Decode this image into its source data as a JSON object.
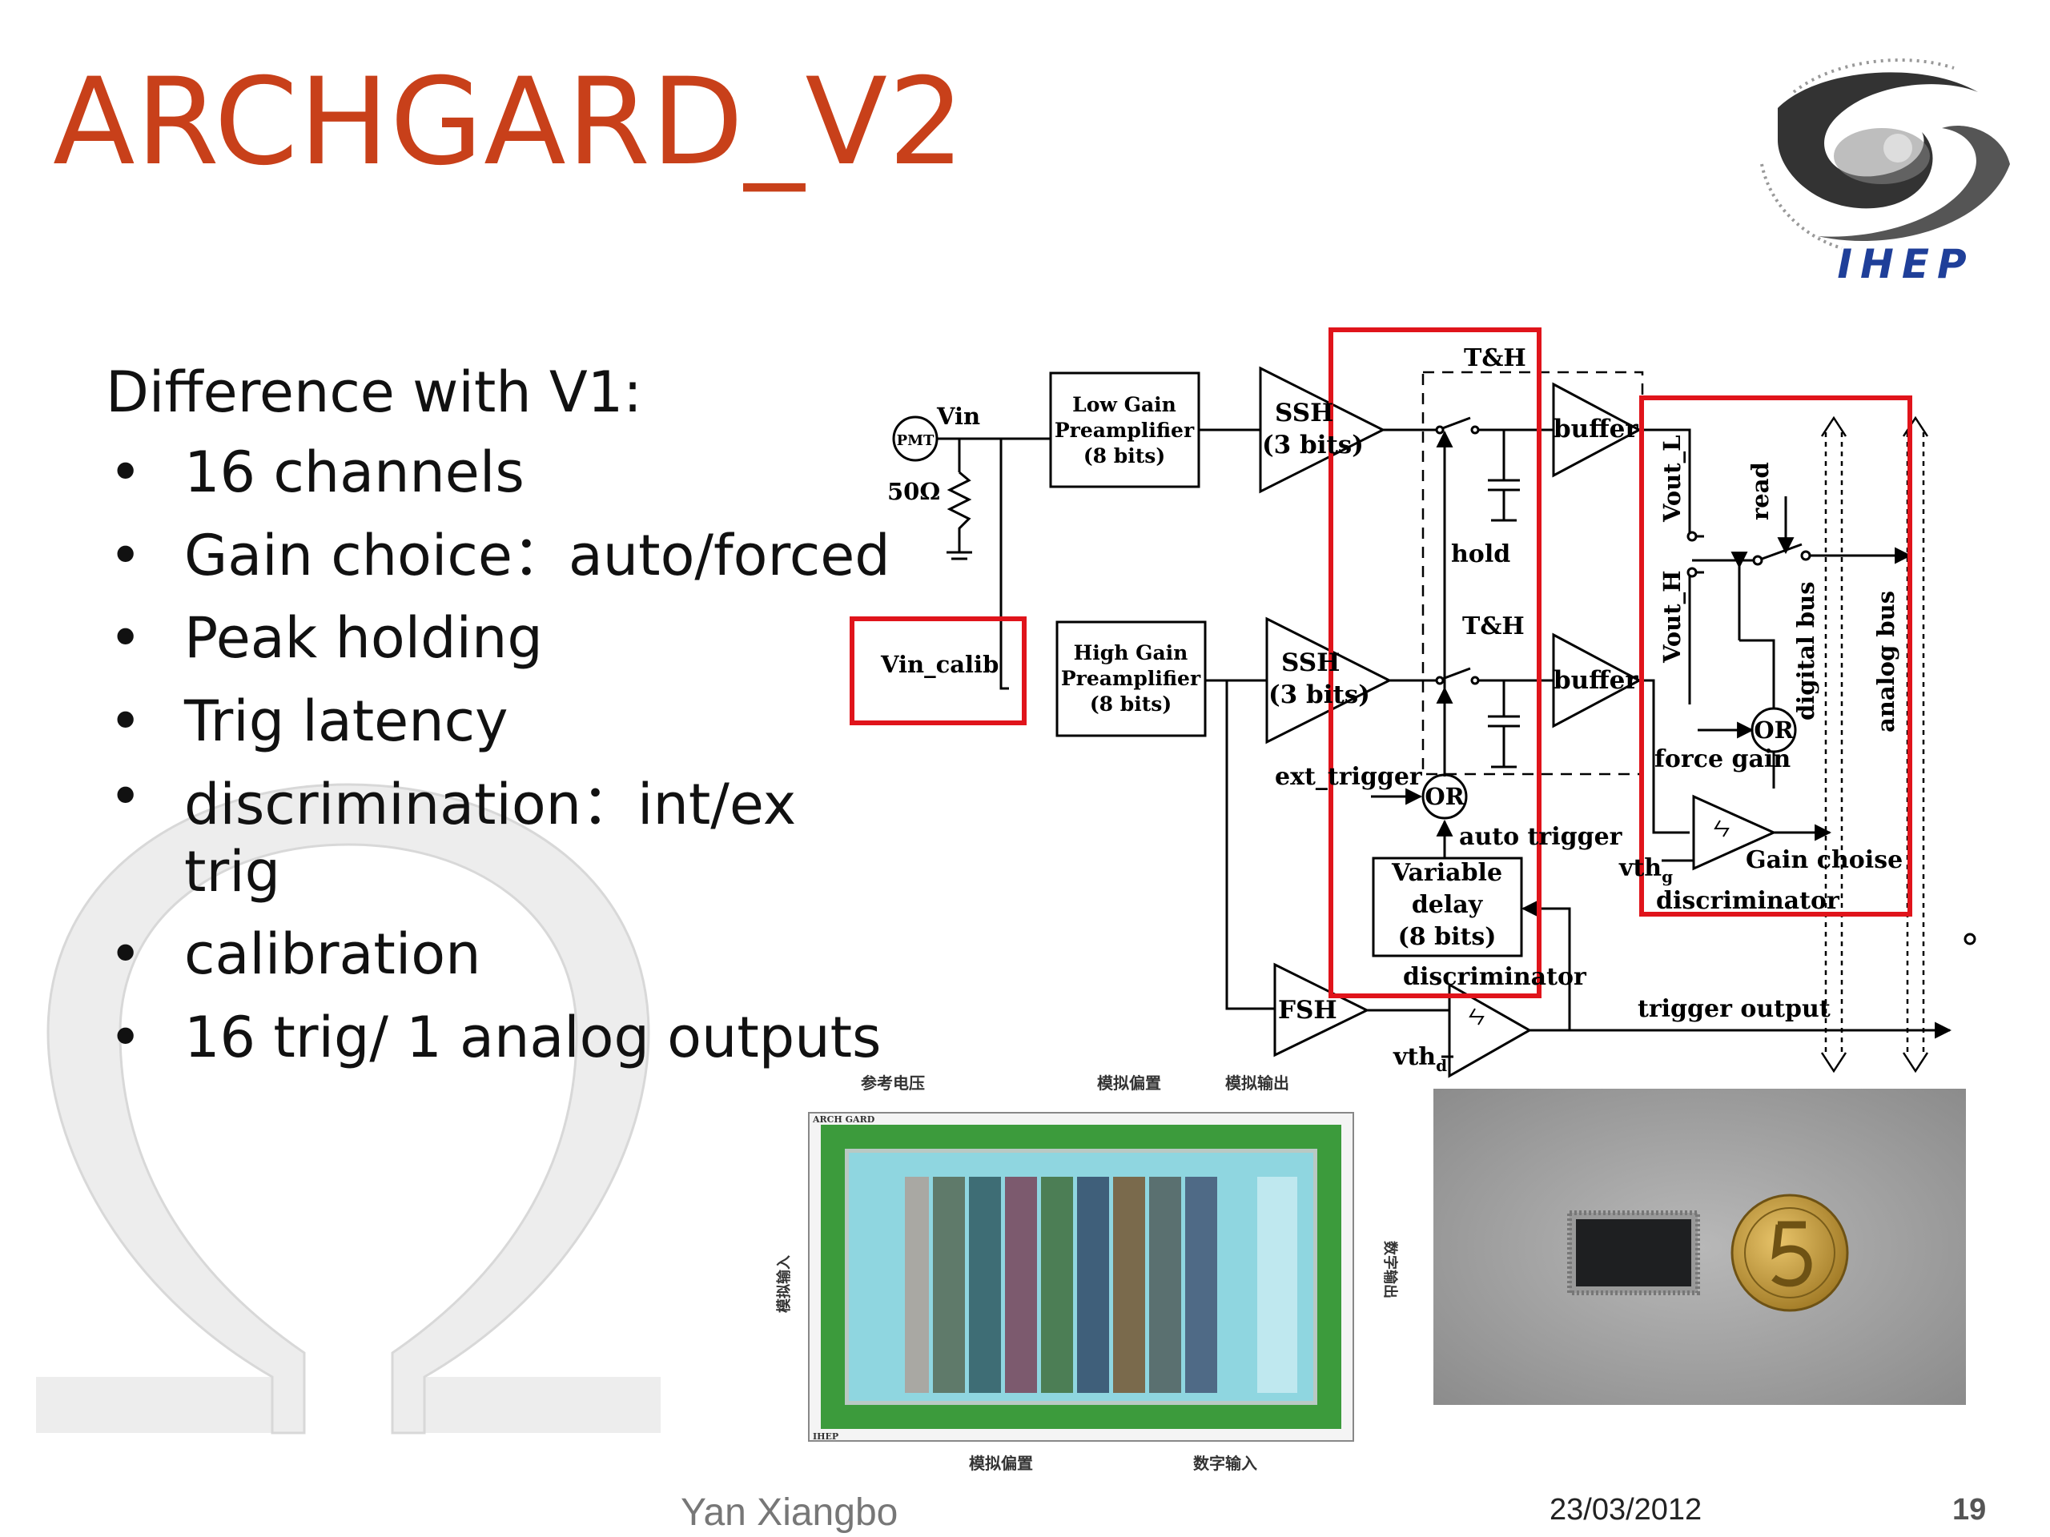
{
  "title": "ARCHGARD_V2",
  "logo": {
    "text": "IHEP"
  },
  "bullets": {
    "heading": "Difference with V1:",
    "items": [
      "16 channels",
      "Gain choice：auto/forced",
      "Peak holding",
      "Trig latency",
      "discrimination：int/ex trig",
      "calibration",
      "16 trig/ 1 analog outputs"
    ]
  },
  "diagram": {
    "pmt": "PMT",
    "vin": "Vin",
    "resistor": "50Ω",
    "vin_calib": "Vin_calib",
    "low_gain": [
      "Low Gain",
      "Preamplifier",
      "(8 bits)"
    ],
    "high_gain": [
      "High Gain",
      "Preamplifier",
      "(8 bits)"
    ],
    "ssh_top": [
      "SSH",
      "(3 bits)"
    ],
    "ssh_bottom": [
      "SSH",
      "(3 bits)"
    ],
    "th_top": "T&H",
    "th_bottom": "T&H",
    "hold": "hold",
    "buffer_top": "buffer",
    "buffer_bottom": "buffer",
    "vout_l": "Vout_L",
    "vout_h": "Vout_H",
    "read": "read",
    "digital_bus": "digital bus",
    "analog_bus": "analog bus",
    "or_right": "OR",
    "or_left": "OR",
    "force_gain": "force gain",
    "ext_trigger": "ext_trigger",
    "auto_trigger": "auto trigger",
    "variable_delay": [
      "Variable",
      "delay",
      "(8 bits)"
    ],
    "vthg": "vth",
    "vthg_sub": "g",
    "gain_choise": "Gain choise",
    "discriminator_right": "discriminator",
    "discriminator_left": "discriminator",
    "fsh": "FSH",
    "vthd": "vth",
    "vthd_sub": "d",
    "trigger_output": "trigger output"
  },
  "layout_image": {
    "top_labels": [
      "参考电压",
      "模拟偏置",
      "模拟输出"
    ],
    "bottom_labels": [
      "模拟偏置",
      "数字输入"
    ],
    "left_label": "模拟输入",
    "right_label": "数字输出",
    "corner_tl": "ARCH GARD",
    "corner_bl": "IHEP"
  },
  "footer": {
    "author": "Yan Xiangbo",
    "date": "23/03/2012",
    "page": "19"
  },
  "colors": {
    "title": "#c8401a",
    "highlight": "#e0141b"
  }
}
